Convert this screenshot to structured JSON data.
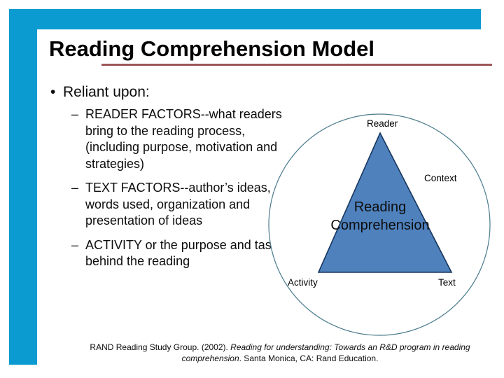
{
  "slide": {
    "title": "Reading Comprehension Model",
    "accent_blue": "#0c9bd1",
    "rule_color": "#9e5757",
    "triangle_fill": "#4f81bd",
    "triangle_stroke": "#1f3864",
    "circle_stroke": "#4a7a8c",
    "background": "#ffffff"
  },
  "body": {
    "lead_bullet": "Reliant upon:",
    "bullet_glyph": "•",
    "dash_glyph": "–",
    "sub_bullets": [
      "READER FACTORS--what readers bring to the reading process, (including purpose, motivation and strategies)",
      "TEXT FACTORS--author’s ideas, words used, organization and presentation of ideas",
      "ACTIVITY or the purpose and task behind the reading"
    ]
  },
  "diagram": {
    "center_line1": "Reading",
    "center_line2": "Comprehension",
    "labels": {
      "reader": "Reader",
      "context": "Context",
      "activity": "Activity",
      "text": "Text"
    }
  },
  "citation": {
    "part1": "RAND Reading Study Group. (2002). ",
    "italic1": "Reading for understanding: Towards an R&D program in reading comprehension",
    "part2": ". Santa Monica, CA: Rand Education."
  }
}
